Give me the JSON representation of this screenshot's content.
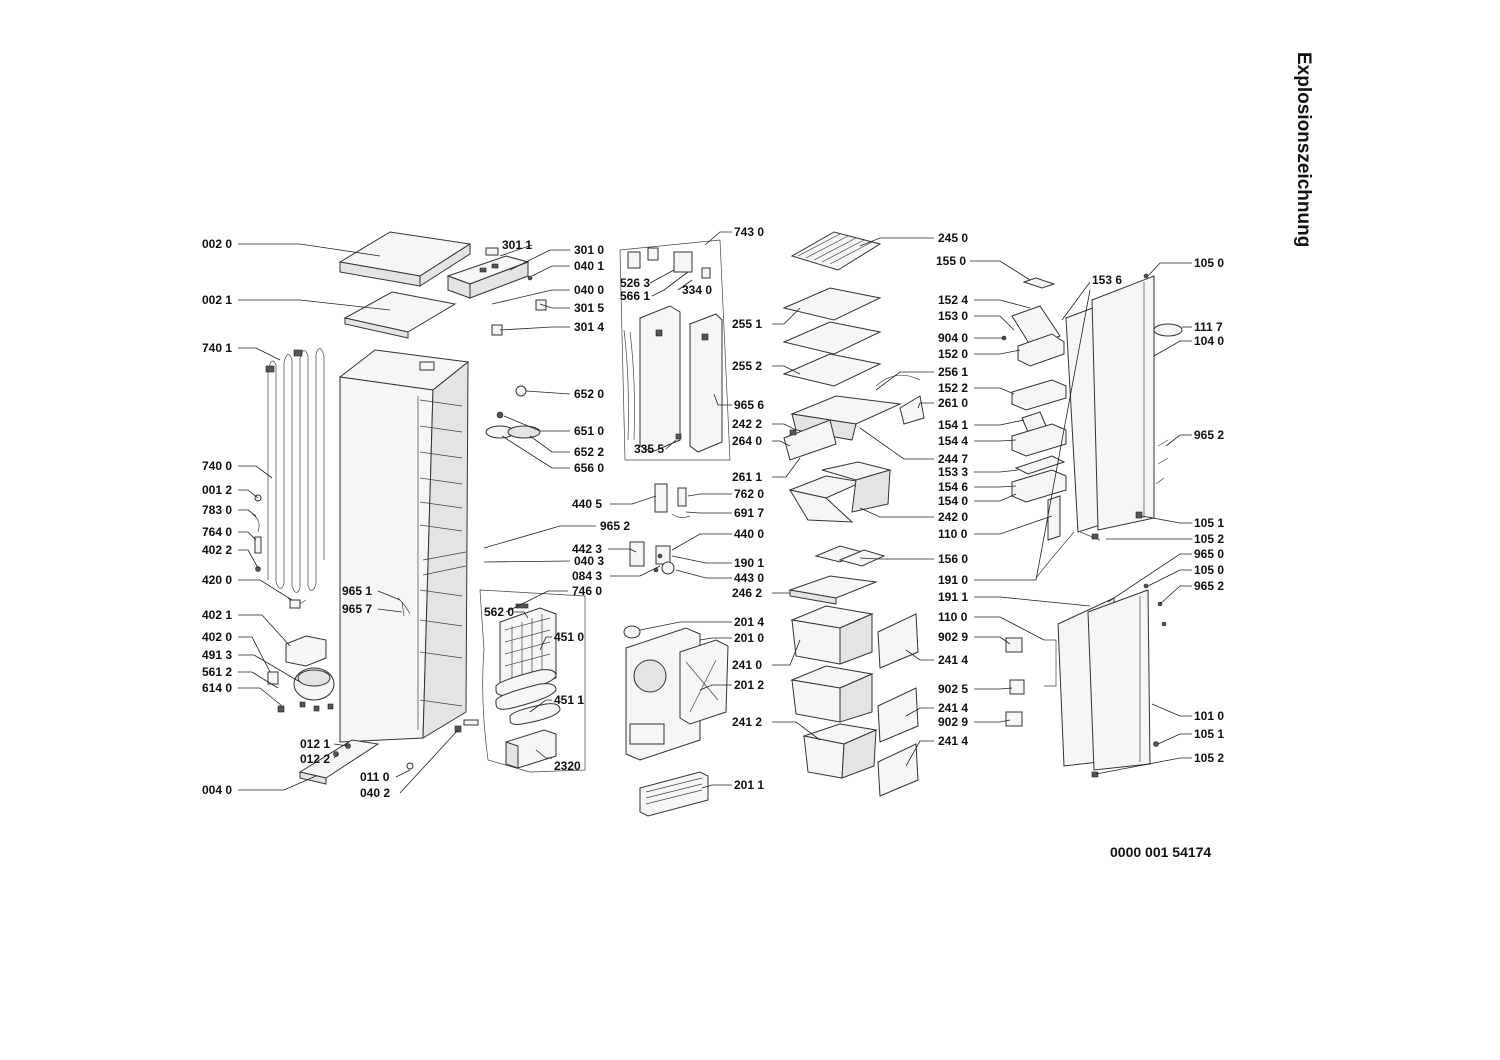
{
  "title": "Explosionszeichnung",
  "document_number": "0000 001 54174",
  "labels": [
    {
      "id": "l0020",
      "text": "002 0"
    },
    {
      "id": "l0021",
      "text": "002 1"
    },
    {
      "id": "l7401",
      "text": "740 1"
    },
    {
      "id": "l7400",
      "text": "740 0"
    },
    {
      "id": "l0012",
      "text": "001 2"
    },
    {
      "id": "l7830",
      "text": "783 0"
    },
    {
      "id": "l7640",
      "text": "764 0"
    },
    {
      "id": "l4022",
      "text": "402 2"
    },
    {
      "id": "l4200",
      "text": "420 0"
    },
    {
      "id": "l4021",
      "text": "402 1"
    },
    {
      "id": "l4020",
      "text": "402 0"
    },
    {
      "id": "l4913",
      "text": "491 3"
    },
    {
      "id": "l5612",
      "text": "561 2"
    },
    {
      "id": "l6140",
      "text": "614 0"
    },
    {
      "id": "l0040",
      "text": "004 0"
    },
    {
      "id": "l0121",
      "text": "012 1"
    },
    {
      "id": "l0122",
      "text": "012 2"
    },
    {
      "id": "l0110",
      "text": "011 0"
    },
    {
      "id": "l0402",
      "text": "040 2"
    },
    {
      "id": "l9651",
      "text": "965 1"
    },
    {
      "id": "l9657",
      "text": "965 7"
    },
    {
      "id": "l3011",
      "text": "301 1"
    },
    {
      "id": "l3010",
      "text": "301 0"
    },
    {
      "id": "l0401",
      "text": "040 1"
    },
    {
      "id": "l0400",
      "text": "040 0"
    },
    {
      "id": "l3015",
      "text": "301 5"
    },
    {
      "id": "l3014",
      "text": "301 4"
    },
    {
      "id": "l6520",
      "text": "652 0"
    },
    {
      "id": "l6510",
      "text": "651 0"
    },
    {
      "id": "l6522",
      "text": "652 2"
    },
    {
      "id": "l6560",
      "text": "656 0"
    },
    {
      "id": "l4405",
      "text": "440 5"
    },
    {
      "id": "l9652a",
      "text": "965 2"
    },
    {
      "id": "l4423",
      "text": "442 3"
    },
    {
      "id": "l0403",
      "text": "040 3"
    },
    {
      "id": "l0843",
      "text": "084 3"
    },
    {
      "id": "l7460",
      "text": "746 0"
    },
    {
      "id": "l5620",
      "text": "562 0"
    },
    {
      "id": "l4510",
      "text": "451 0"
    },
    {
      "id": "l4511",
      "text": "451 1"
    },
    {
      "id": "l2320",
      "text": "2320"
    },
    {
      "id": "l7430",
      "text": "743 0"
    },
    {
      "id": "l5263",
      "text": "526 3"
    },
    {
      "id": "l5661",
      "text": "566 1"
    },
    {
      "id": "l3340",
      "text": "334 0"
    },
    {
      "id": "l9656",
      "text": "965 6"
    },
    {
      "id": "l3355",
      "text": "335 5"
    },
    {
      "id": "l7620",
      "text": "762 0"
    },
    {
      "id": "l6917",
      "text": "691 7"
    },
    {
      "id": "l4400",
      "text": "440 0"
    },
    {
      "id": "l1901",
      "text": "190 1"
    },
    {
      "id": "l4430",
      "text": "443 0"
    },
    {
      "id": "l2014",
      "text": "201 4"
    },
    {
      "id": "l2010",
      "text": "201 0"
    },
    {
      "id": "l2012",
      "text": "201 2"
    },
    {
      "id": "l2011",
      "text": "201 1"
    },
    {
      "id": "l2450",
      "text": "245 0"
    },
    {
      "id": "l2551",
      "text": "255 1"
    },
    {
      "id": "l2552",
      "text": "255 2"
    },
    {
      "id": "l2561",
      "text": "256 1"
    },
    {
      "id": "l2610",
      "text": "261 0"
    },
    {
      "id": "l2422",
      "text": "242 2"
    },
    {
      "id": "l2640",
      "text": "264 0"
    },
    {
      "id": "l2447",
      "text": "244 7"
    },
    {
      "id": "l2611",
      "text": "261 1"
    },
    {
      "id": "l2420",
      "text": "242 0"
    },
    {
      "id": "l1560",
      "text": "156 0"
    },
    {
      "id": "l2462",
      "text": "246 2"
    },
    {
      "id": "l2410",
      "text": "241 0"
    },
    {
      "id": "l2414a",
      "text": "241 4"
    },
    {
      "id": "l2414b",
      "text": "241 4"
    },
    {
      "id": "l2414c",
      "text": "241 4"
    },
    {
      "id": "l2412",
      "text": "241 2"
    },
    {
      "id": "l1550",
      "text": "155 0"
    },
    {
      "id": "l1524",
      "text": "152 4"
    },
    {
      "id": "l1530",
      "text": "153 0"
    },
    {
      "id": "l9040",
      "text": "904 0"
    },
    {
      "id": "l1520",
      "text": "152 0"
    },
    {
      "id": "l1522",
      "text": "152 2"
    },
    {
      "id": "l1541",
      "text": "154 1"
    },
    {
      "id": "l1544",
      "text": "154 4"
    },
    {
      "id": "l1533",
      "text": "153 3"
    },
    {
      "id": "l1546",
      "text": "154 6"
    },
    {
      "id": "l1540",
      "text": "154 0"
    },
    {
      "id": "l1100a",
      "text": "110 0"
    },
    {
      "id": "l1910",
      "text": "191 0"
    },
    {
      "id": "l1911",
      "text": "191 1"
    },
    {
      "id": "l1100b",
      "text": "110 0"
    },
    {
      "id": "l9029a",
      "text": "902 9"
    },
    {
      "id": "l9025",
      "text": "902 5"
    },
    {
      "id": "l9029b",
      "text": "902 9"
    },
    {
      "id": "l1536",
      "text": "153 6"
    },
    {
      "id": "l1050a",
      "text": "105 0"
    },
    {
      "id": "l1117",
      "text": "111 7"
    },
    {
      "id": "l1040",
      "text": "104 0"
    },
    {
      "id": "l9652b",
      "text": "965 2"
    },
    {
      "id": "l1051a",
      "text": "105 1"
    },
    {
      "id": "l1052a",
      "text": "105 2"
    },
    {
      "id": "l9650",
      "text": "965 0"
    },
    {
      "id": "l1050b",
      "text": "105 0"
    },
    {
      "id": "l9652c",
      "text": "965 2"
    },
    {
      "id": "l1010",
      "text": "101 0"
    },
    {
      "id": "l1051b",
      "text": "105 1"
    },
    {
      "id": "l1052b",
      "text": "105 2"
    }
  ]
}
